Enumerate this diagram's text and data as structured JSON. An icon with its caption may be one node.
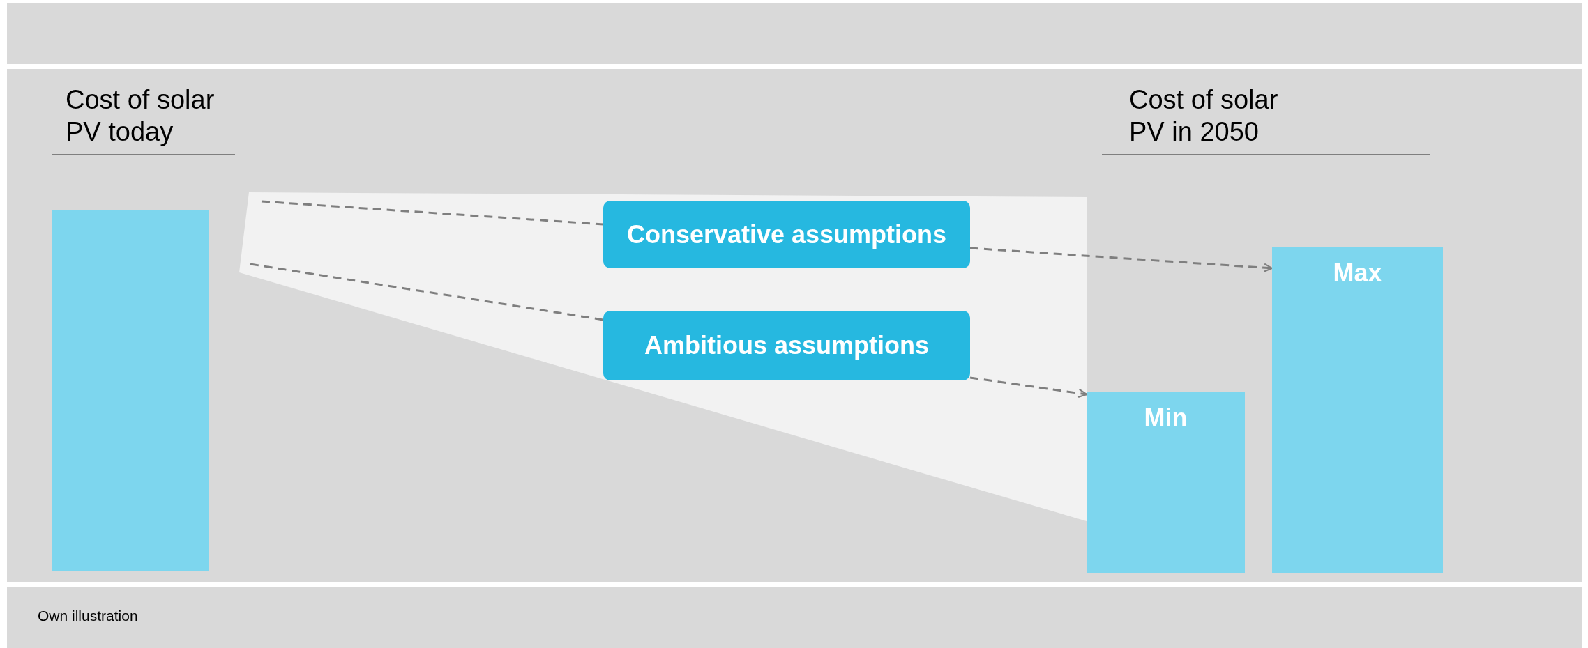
{
  "diagram": {
    "caption": "Own illustration",
    "nodes": [
      {
        "text": [],
        "shape": "bar"
      },
      {
        "text": [
          "Conservative assumptions"
        ]
      },
      {
        "text": [
          "Ambitious assumptions"
        ]
      },
      {
        "text": [
          "Min"
        ]
      },
      {
        "text": [
          "Max"
        ]
      }
    ],
    "edges": [
      {
        "from": null,
        "to": 1,
        "arrow": "none",
        "style": "dashed"
      },
      {
        "from": 1,
        "to": 4,
        "arrow": "to",
        "style": "dashed"
      },
      {
        "from": null,
        "to": 2,
        "arrow": "none",
        "style": "dashed"
      },
      {
        "from": 2,
        "to": 3,
        "arrow": "to",
        "style": "dashed"
      }
    ],
    "labels": [
      "Cost of solar PV today",
      "Cost of solar PV in 2050"
    ]
  }
}
